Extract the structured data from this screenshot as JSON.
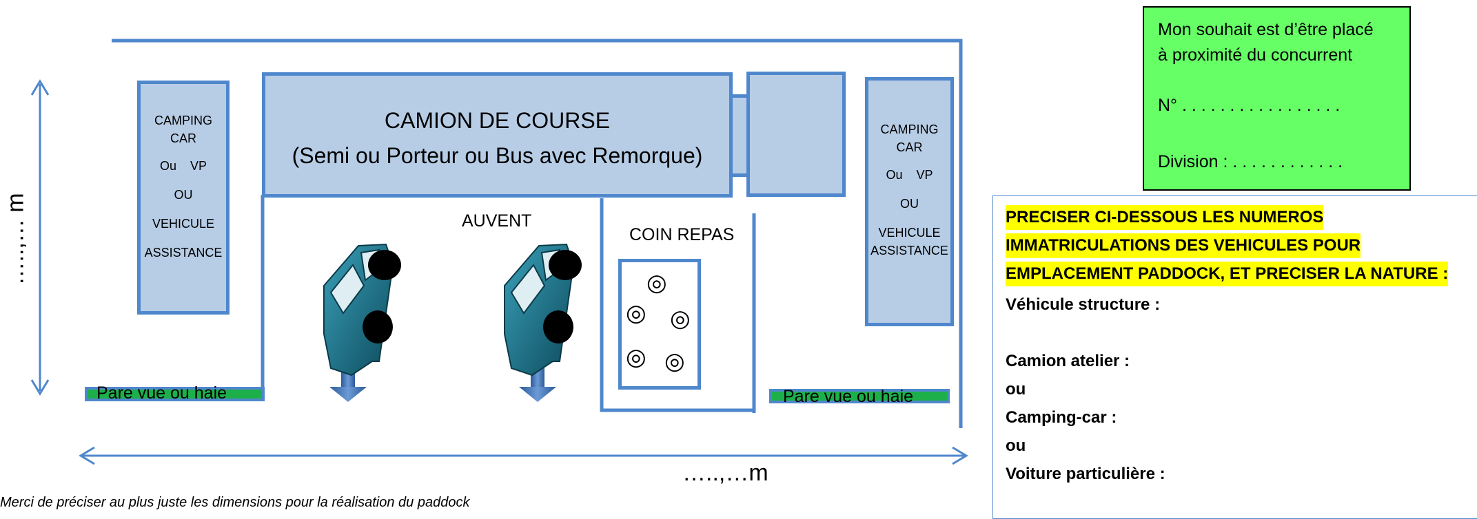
{
  "diagram": {
    "camping_left": [
      "CAMPING",
      "CAR",
      "Ou    VP",
      "OU",
      "VEHICULE",
      "ASSISTANCE"
    ],
    "camping_right": [
      "CAMPING",
      "CAR",
      "Ou    VP",
      "OU",
      "VEHICULE",
      "ASSISTANCE"
    ],
    "truck_title": "CAMION DE COURSE",
    "truck_subtitle": "(Semi ou Porteur ou Bus avec Remorque)",
    "awning_label": "AUVENT",
    "dining_label": "COIN REPAS",
    "hedge_left": "Pare vue ou haie",
    "hedge_right": "Pare vue ou haie",
    "dim_height": "…..,… m",
    "dim_width": "…..,…m",
    "note": "Merci de préciser au plus juste les dimensions pour la réalisation du paddock"
  },
  "preference": {
    "line1": "Mon souhait est d’être placé",
    "line2": "à proximité du concurrent",
    "number_label": "N° . . . . . . . . . . . . . . . . .",
    "division_label": "Division : . . . . . . . . . . . ."
  },
  "vehicles": {
    "instruction_1": "PRECISER CI-DESSOUS LES NUMEROS",
    "instruction_2": "IMMATRICULATIONS DES VEHICULES POUR",
    "instruction_3": "EMPLACEMENT  PADDOCK, ET PRECISER LA NATURE :",
    "structure": "Véhicule structure :",
    "workshop": "Camion atelier :",
    "or_1": "ou",
    "campingcar": "Camping-car :",
    "or_2": "ou",
    "private_car": "Voiture particulière :"
  },
  "colors": {
    "blue_line": "#4f87cc",
    "box_fill": "#b7cde6",
    "green_box": "#66ff66",
    "hedge_green": "#1db04a",
    "highlight": "#ffff00",
    "car_teal": "#1e6e82"
  }
}
